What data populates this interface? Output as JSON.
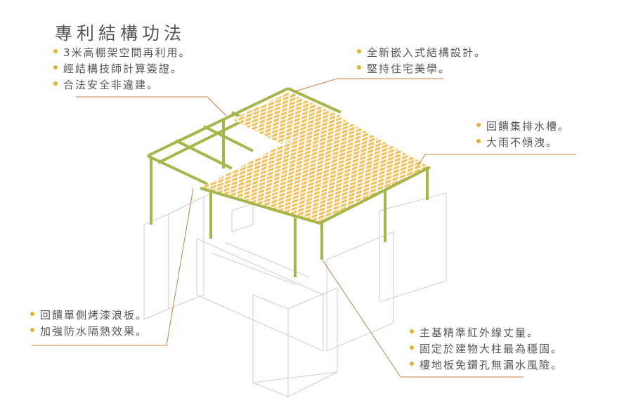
{
  "title": "專利結構功法",
  "colors": {
    "bullet": "#e4b22f",
    "leader": "#c9804a",
    "frame": "#a8b548",
    "panel": "#f3c25a",
    "building": "#c8c8c8"
  },
  "callouts": {
    "top_left": [
      "3米高棚架空間再利用。",
      "經結構技師計算簽證。",
      "合法安全非違建。"
    ],
    "top_right": [
      "全新嵌入式結構設計。",
      "堅持住宅美學。"
    ],
    "right": [
      "回饋集排水槽。",
      "大雨不傾洩。"
    ],
    "bottom_left": [
      "回饋單側烤漆浪板。",
      "加強防水隔熱效果。"
    ],
    "bottom_right": [
      "主基精準紅外線丈量。",
      "固定於建物大柱最為穩固。",
      "樓地板免鑽孔無漏水風險。"
    ]
  }
}
